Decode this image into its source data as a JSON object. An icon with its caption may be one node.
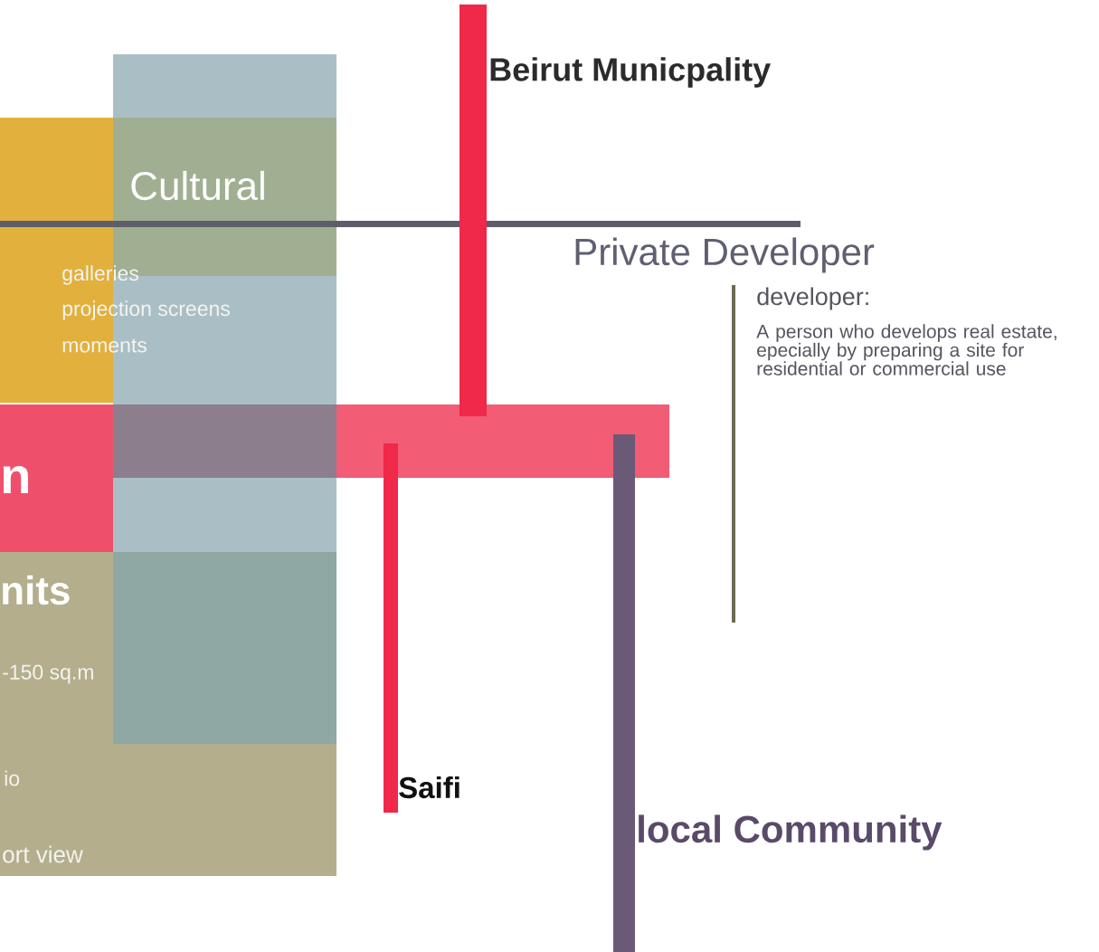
{
  "diagram": {
    "labels": [
      "Beirut Municpality",
      "Cultural",
      "Private Developer",
      "galleries",
      "projection screens",
      "moments",
      "developer:",
      "A person who develops real estate, epecially by preparing a site for residential or commercial use",
      "n",
      "nits",
      "-150 sq.m",
      "io",
      "Saifi",
      "local Community",
      "ort view"
    ]
  }
}
